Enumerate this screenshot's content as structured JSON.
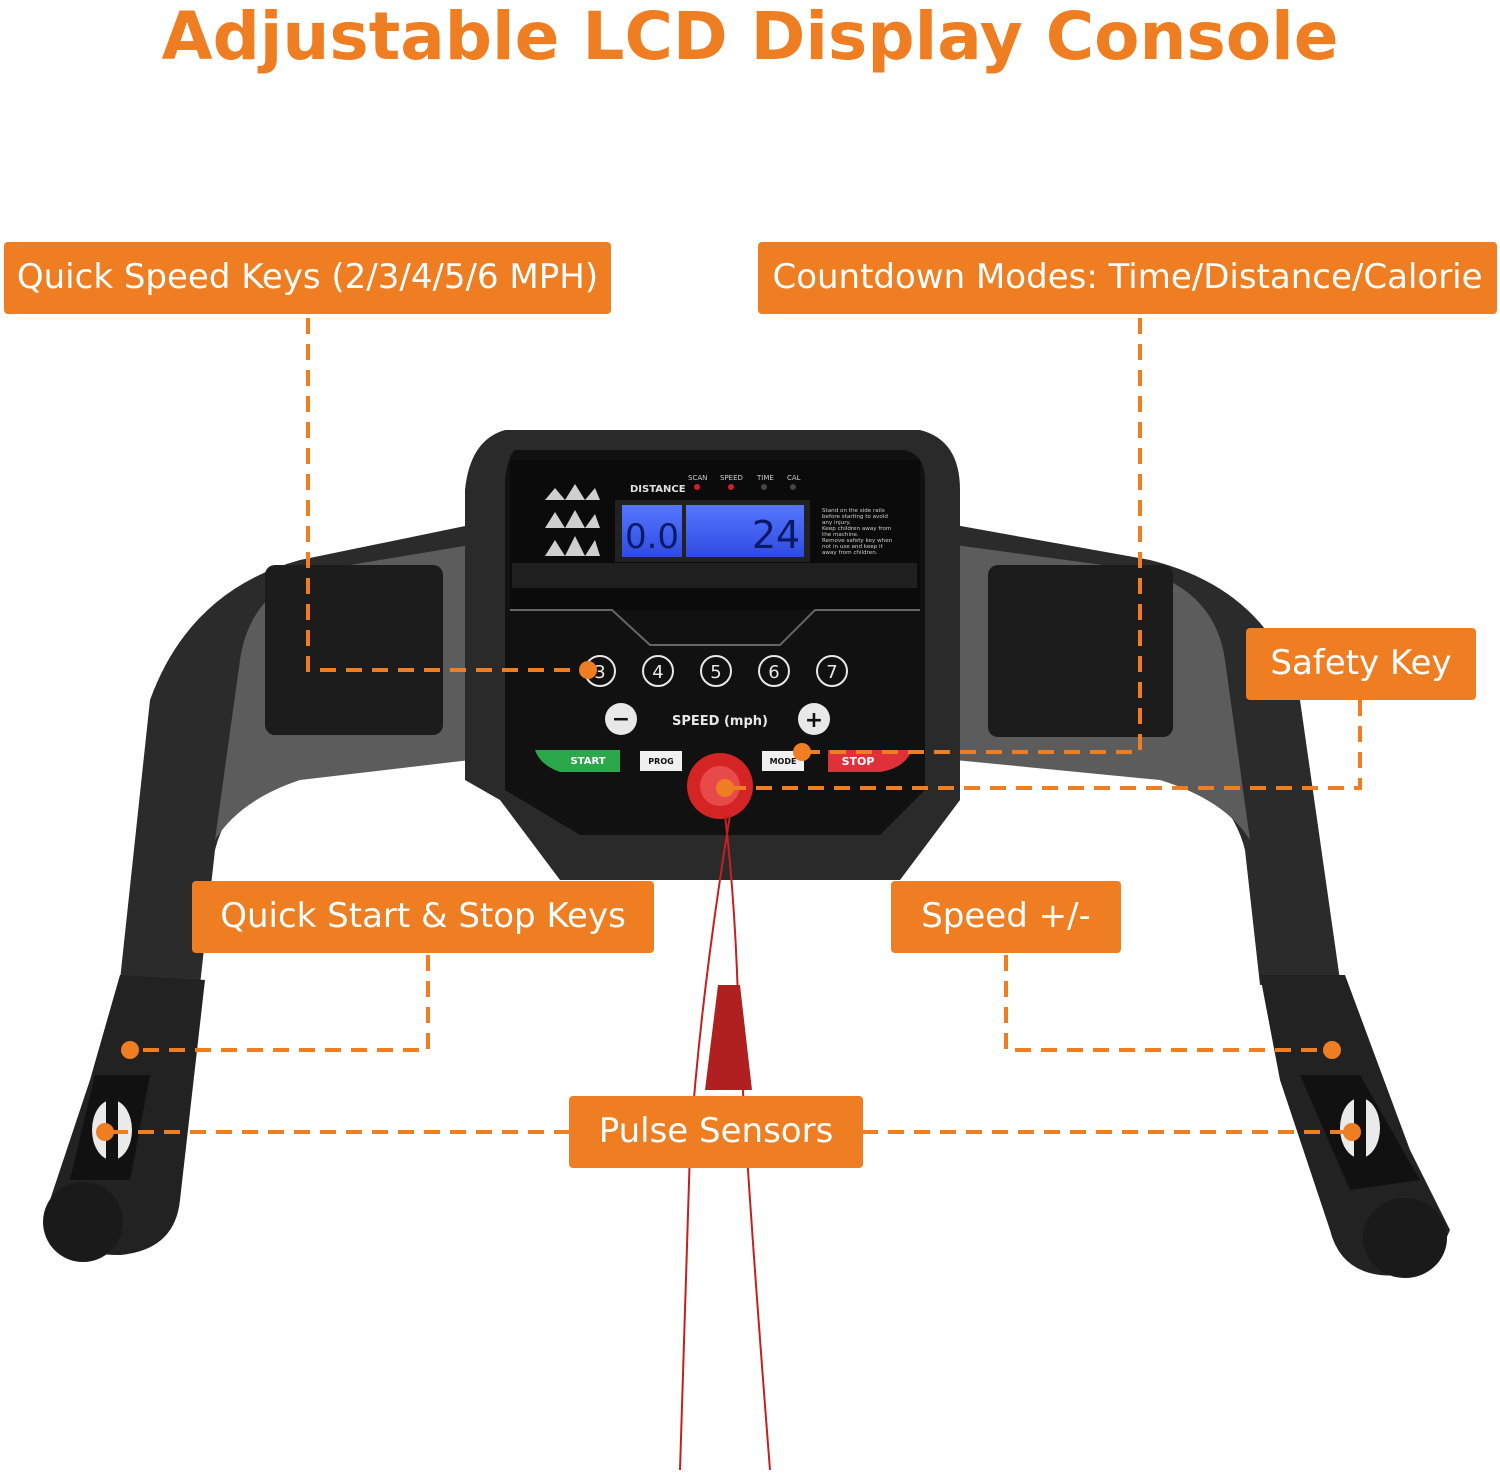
{
  "headline": "Adjustable LCD Display Console",
  "accent_color": "#ef7d22",
  "callouts": {
    "quick_speed": "Quick Speed Keys (2/3/4/5/6 MPH)",
    "countdown": "Countdown Modes: Time/Distance/Calorie",
    "safety_key": "Safety Key",
    "start_stop": "Quick Start & Stop Keys",
    "speed_adjust": "Speed +/-",
    "pulse": "Pulse Sensors"
  },
  "console": {
    "display_mode_label": "DISTANCE",
    "indicator_labels": [
      "SCAN",
      "SPEED",
      "TIME",
      "CAL"
    ],
    "lcd_left": "0.0",
    "lcd_right": "24",
    "lcd_color": "#3b5cff",
    "speed_keys": [
      "3",
      "4",
      "5",
      "6",
      "7"
    ],
    "speed_label": "SPEED (mph)",
    "minus": "−",
    "plus": "+",
    "start": "START",
    "prog": "PROG",
    "mode": "MODE",
    "stop": "STOP",
    "instructions": [
      "Stand on the side rails",
      "before starting to avoid",
      "any injury.",
      "Keep children away from",
      "the machine.",
      "Remove safety key when",
      "not in use and keep it",
      "away from children."
    ]
  }
}
